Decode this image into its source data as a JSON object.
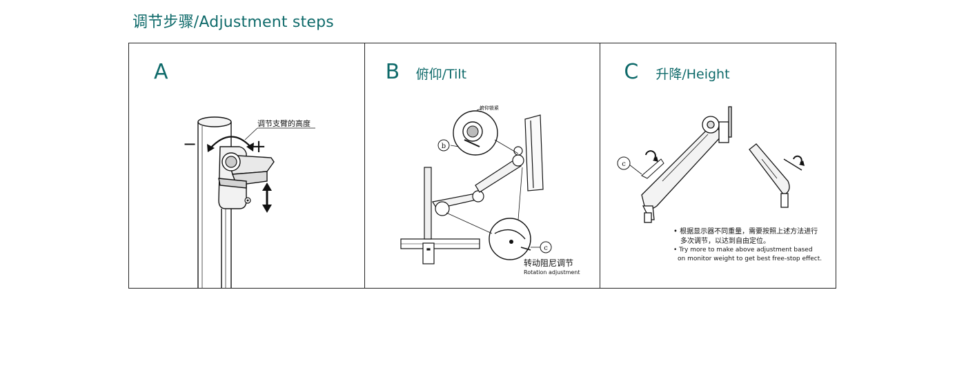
{
  "page": {
    "title": "调节步骤/Adjustment steps"
  },
  "panels": [
    {
      "letter": "A",
      "subtitle": "",
      "callouts": {
        "height_label": "调节支臂的高度",
        "minus": "−",
        "plus": "+"
      }
    },
    {
      "letter": "B",
      "subtitle": "俯仰/Tilt",
      "callouts": {
        "tilt_label": "俯仰锁紧",
        "marker_b": "b",
        "marker_c": "c",
        "rotation_cn": "转动阻尼调节",
        "rotation_en": "Rotation adjustment"
      }
    },
    {
      "letter": "C",
      "subtitle": "升降/Height",
      "callouts": {
        "marker_c": "c",
        "note_cn_line1": "• 根据显示器不同重量，需要按照上述方法进行",
        "note_cn_line2": "多次调节，以达到自由定位。",
        "note_en_line1": "• Try more to make above adjustment based",
        "note_en_line2": "on monitor weight to get best free-stop effect."
      }
    }
  ]
}
